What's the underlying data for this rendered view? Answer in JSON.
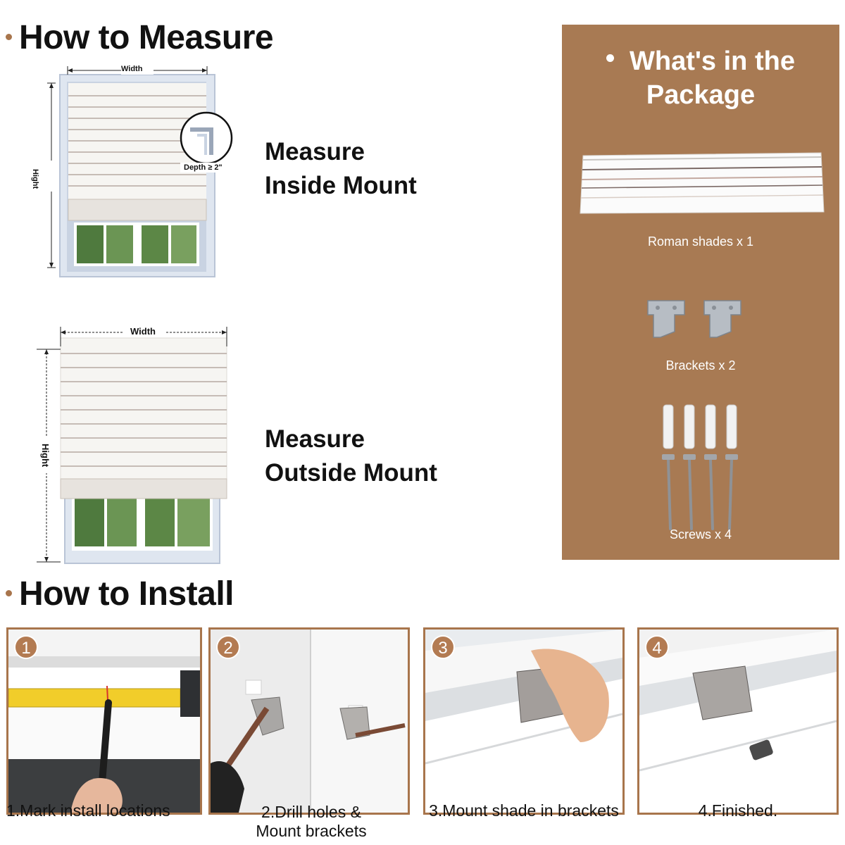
{
  "measure": {
    "title": "How to Measure",
    "inside": {
      "width_label": "Width",
      "height_label": "Hight",
      "depth_label": "Depth ≥ 2\"",
      "line1": "Measure",
      "line2": "Inside Mount"
    },
    "outside": {
      "width_label": "Width",
      "height_label": "Hight",
      "line1": "Measure",
      "line2": "Outside Mount"
    }
  },
  "package": {
    "title_line1": "What's in the",
    "title_line2": "Package",
    "items": [
      {
        "label": "Roman shades x 1"
      },
      {
        "label": "Brackets x 2"
      },
      {
        "label": "Screws x 4"
      }
    ]
  },
  "install": {
    "title": "How to Install",
    "steps": [
      {
        "number": "1",
        "caption": "1.Mark install locations"
      },
      {
        "number": "2",
        "caption_line1": "2.Drill holes &",
        "caption_line2": "Mount brackets"
      },
      {
        "number": "3",
        "caption": "3.Mount shade in brackets"
      },
      {
        "number": "4",
        "caption": "4.Finished."
      }
    ]
  },
  "colors": {
    "accent": "#a87a53",
    "bullet": "#a8754c",
    "text": "#111111"
  }
}
